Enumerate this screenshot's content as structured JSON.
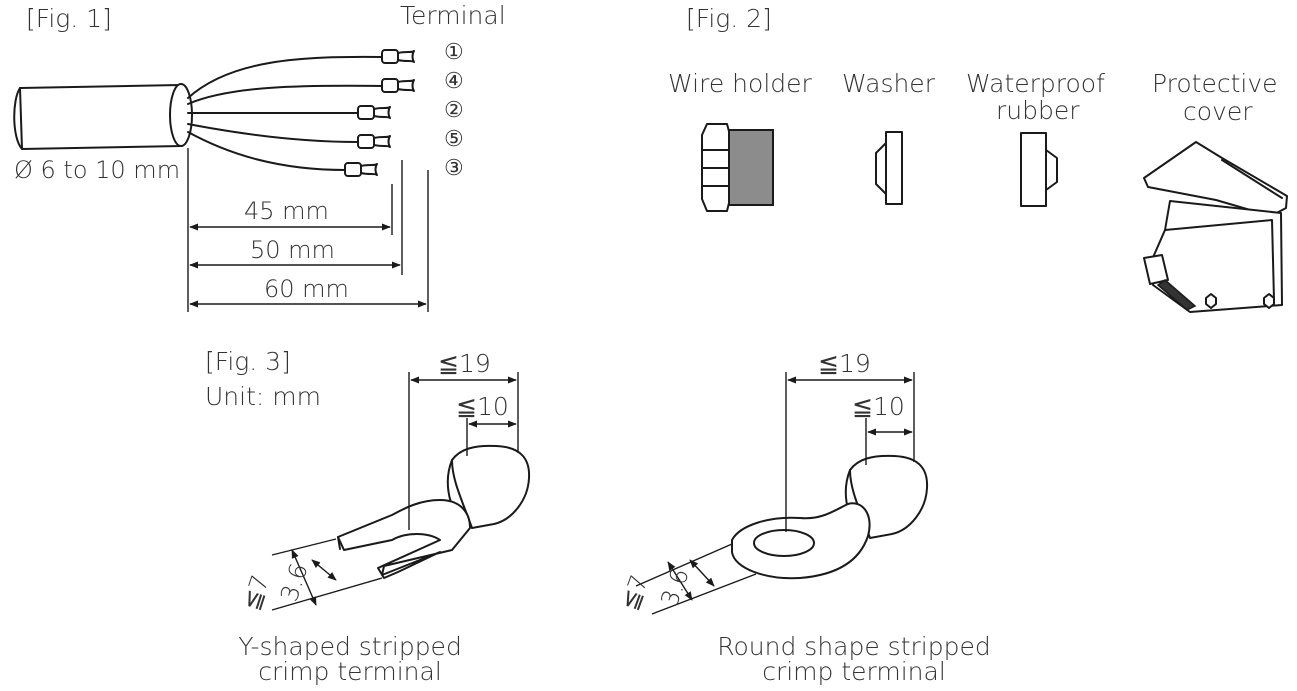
{
  "fig1": {
    "label": "[Fig. 1]",
    "terminal_label": "Terminal",
    "terminal_numbers": [
      "①",
      "④",
      "②",
      "⑤",
      "③"
    ],
    "diameter": "Ø 6 to 10 mm",
    "dims": [
      "45 mm",
      "50 mm",
      "60 mm"
    ]
  },
  "fig2": {
    "label": "[Fig. 2]",
    "parts": {
      "wire_holder": "Wire holder",
      "washer": "Washer",
      "waterproof_rubber_1": "Waterproof",
      "waterproof_rubber_2": "rubber",
      "protective_cover_1": "Protective",
      "protective_cover_2": "cover"
    },
    "colors": {
      "wire_holder_body": "#8c8c8c"
    }
  },
  "fig3": {
    "label": "[Fig. 3]",
    "unit": "Unit: mm",
    "y_terminal": {
      "total_length": "≦19",
      "sleeve_length": "≦10",
      "width": "≦7",
      "slot": "3.6",
      "caption_1": "Y-shaped stripped",
      "caption_2": "crimp terminal"
    },
    "round_terminal": {
      "total_length": "≦19",
      "sleeve_length": "≦10",
      "width": "≦7",
      "hole": "3.6",
      "caption_1": "Round shape stripped",
      "caption_2": "crimp terminal"
    }
  }
}
